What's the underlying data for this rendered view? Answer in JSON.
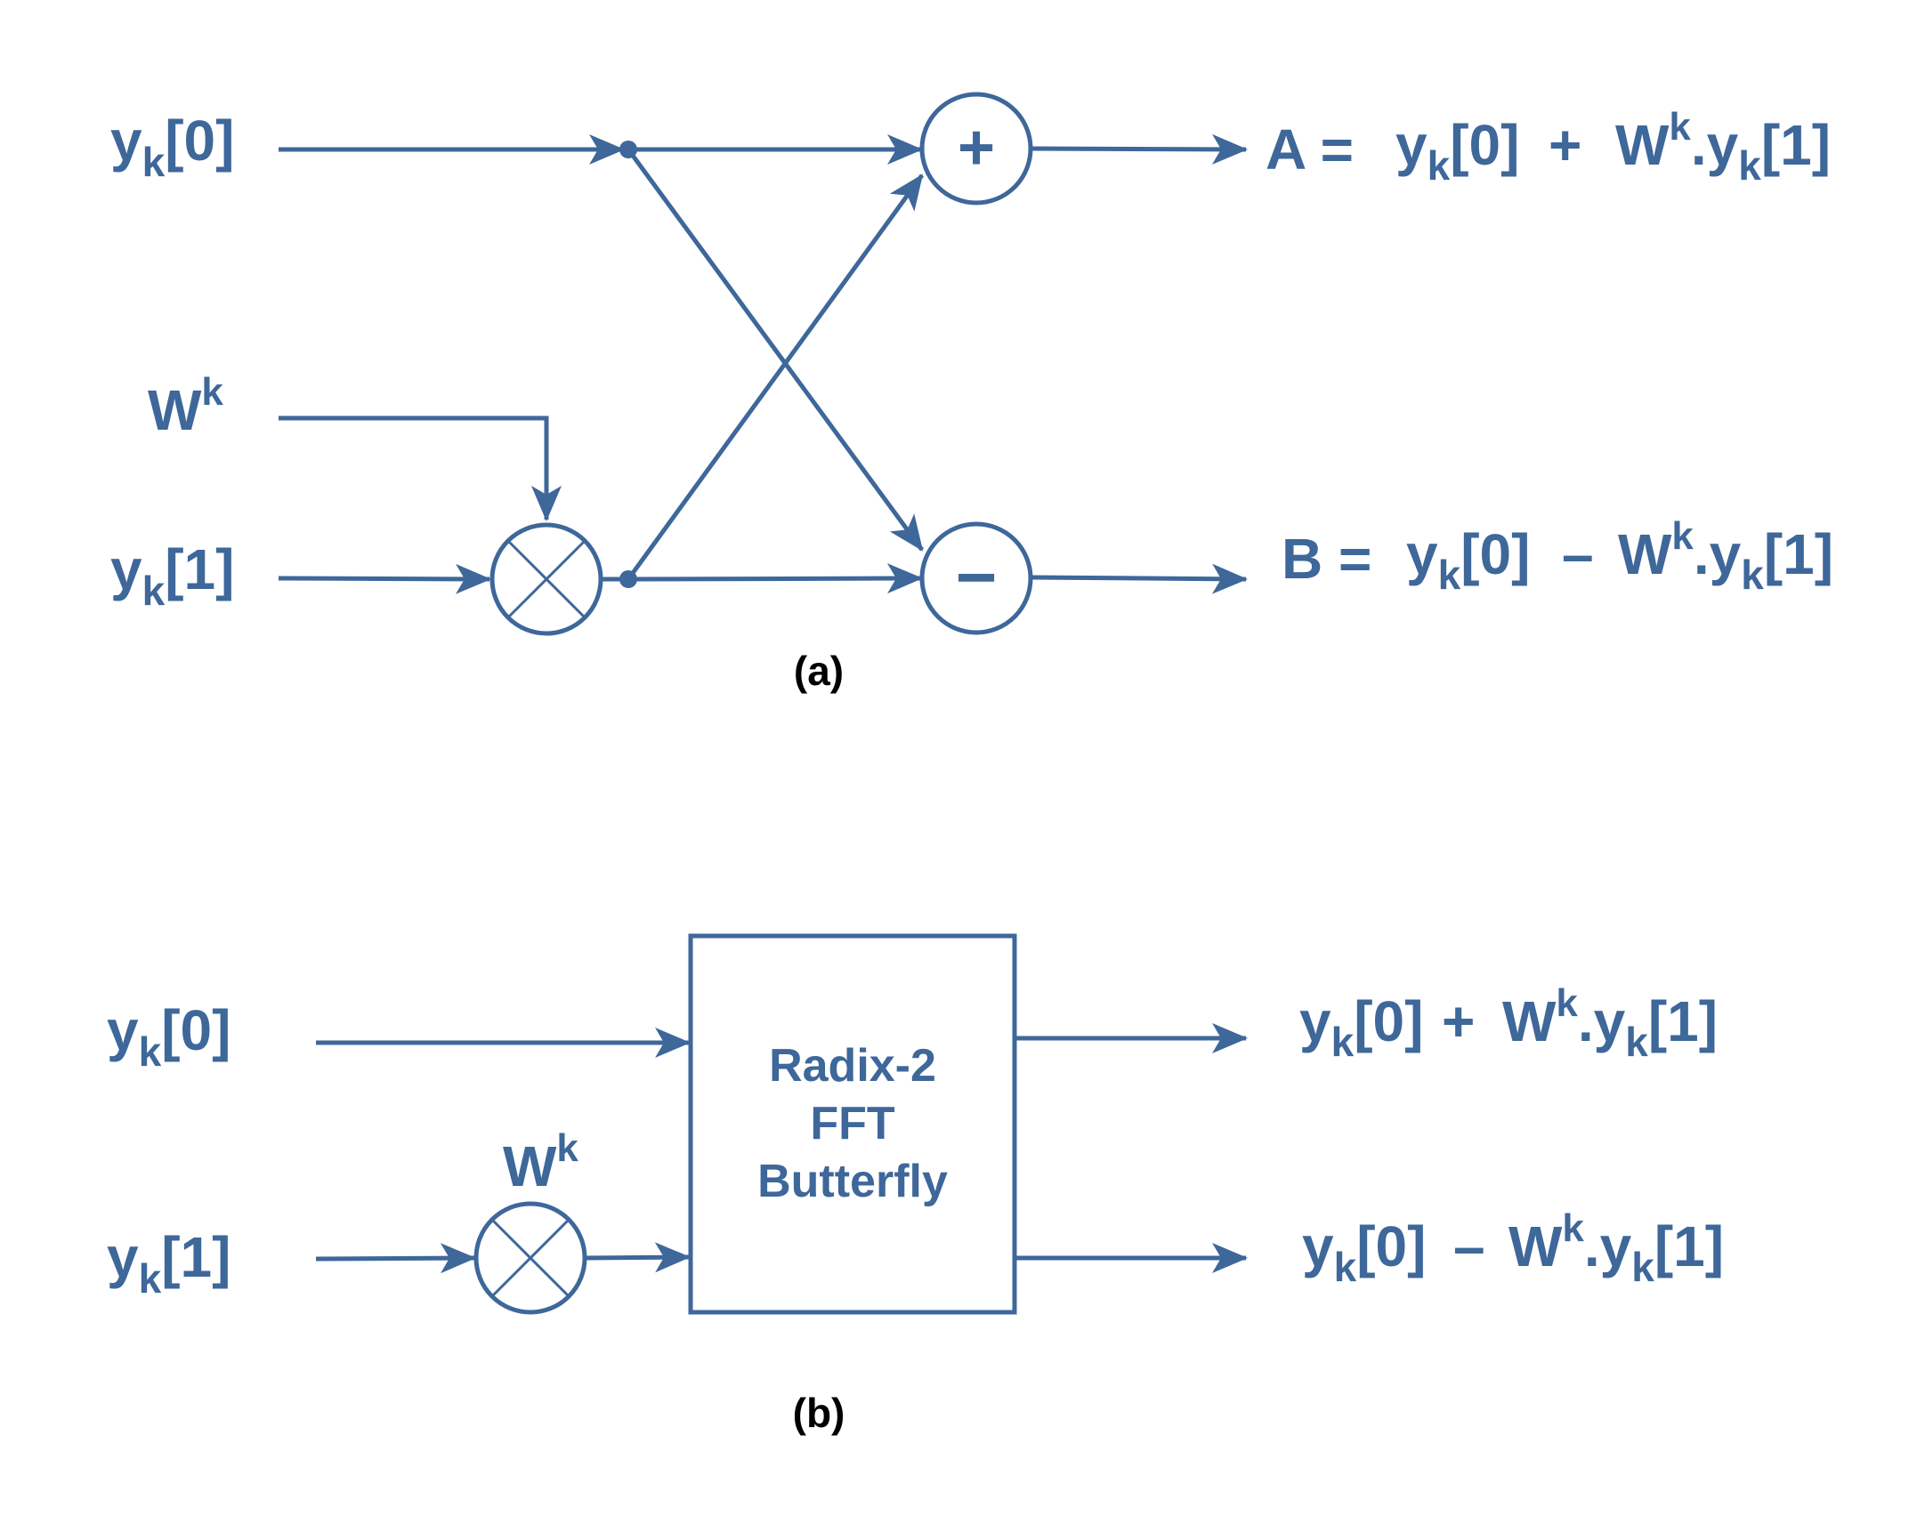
{
  "colors": {
    "primary": "#3e679a",
    "caption": "#000000",
    "background": "#ffffff"
  },
  "fig_a": {
    "in0": {
      "base": "y",
      "sub": "k",
      "rest": "[0]"
    },
    "twiddle": {
      "base": "W",
      "sup": "k"
    },
    "in1": {
      "base": "y",
      "sub": "k",
      "rest": "[1]"
    },
    "adder_symbol": "+",
    "subtractor_symbol": "−",
    "out_a": {
      "lhs": "A =",
      "t1": "y",
      "t1_sub": "k",
      "t1_rest": "[0]",
      "op": "+",
      "w": "W",
      "w_sup": "k",
      "dot": ".",
      "t2": "y",
      "t2_sub": "k",
      "t2_rest": "[1]"
    },
    "out_b": {
      "lhs": "B =",
      "t1": "y",
      "t1_sub": "k",
      "t1_rest": "[0]",
      "op": "–",
      "w": "W",
      "w_sup": "k",
      "dot": ".",
      "t2": "y",
      "t2_sub": "k",
      "t2_rest": "[1]"
    },
    "caption": "(a)"
  },
  "fig_b": {
    "in0": {
      "base": "y",
      "sub": "k",
      "rest": "[0]"
    },
    "twiddle": {
      "base": "W",
      "sup": "k"
    },
    "in1": {
      "base": "y",
      "sub": "k",
      "rest": "[1]"
    },
    "box_lines": [
      "Radix-2",
      "FFT",
      "Butterfly"
    ],
    "out_top": {
      "t1": "y",
      "t1_sub": "k",
      "t1_rest": "[0]",
      "op": "+",
      "w": "W",
      "w_sup": "k",
      "dot": ".",
      "t2": "y",
      "t2_sub": "k",
      "t2_rest": "[1]"
    },
    "out_bot": {
      "t1": "y",
      "t1_sub": "k",
      "t1_rest": "[0]",
      "op": "–",
      "w": "W",
      "w_sup": "k",
      "dot": ".",
      "t2": "y",
      "t2_sub": "k",
      "t2_rest": "[1]"
    },
    "caption": "(b)"
  }
}
